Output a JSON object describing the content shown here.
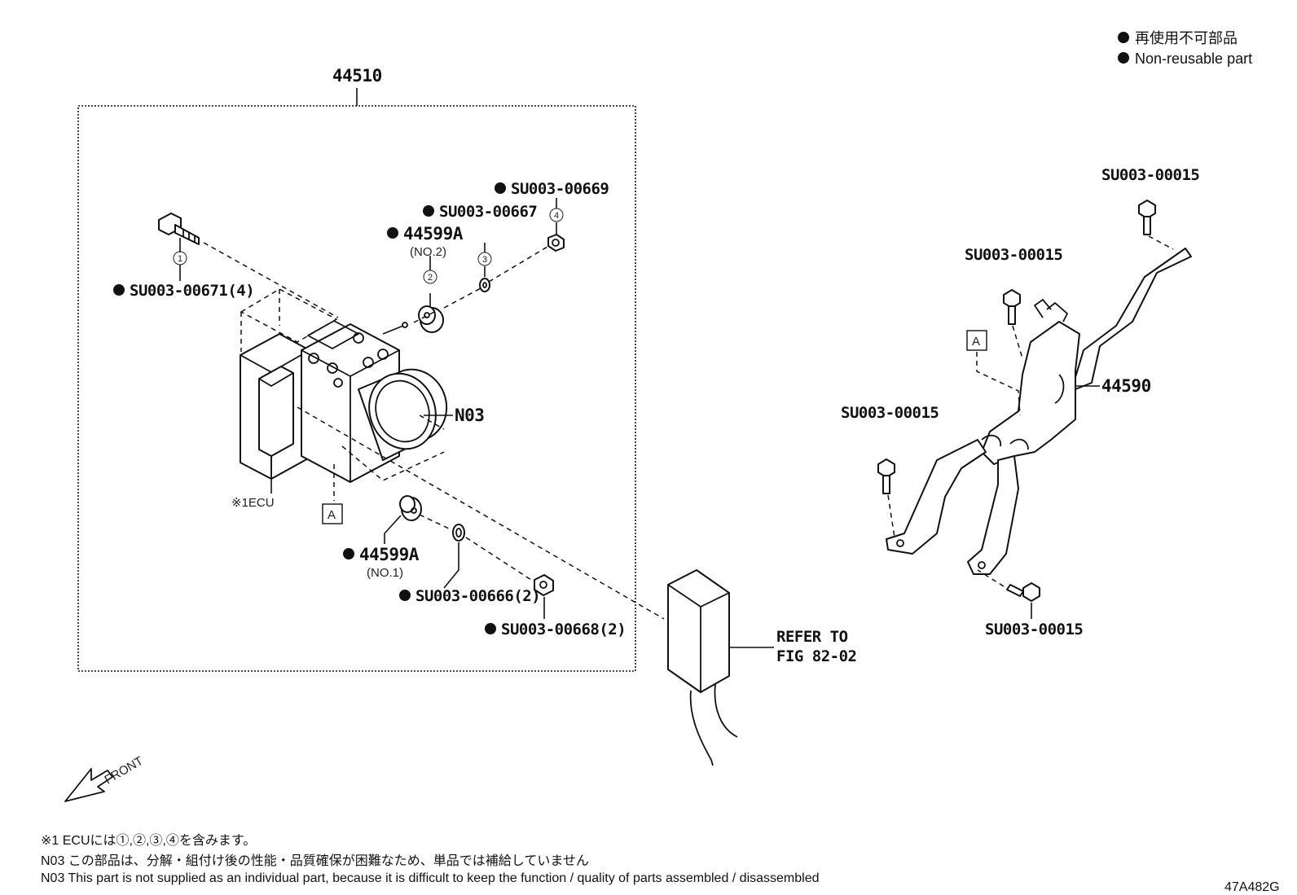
{
  "legend": {
    "jp": "再使用不可部品",
    "en": "Non-reusable part"
  },
  "assembly": {
    "number": "44510"
  },
  "labels": {
    "bolt_main": "SU003-00671(4)",
    "grommet_no2": "44599A",
    "grommet_no2_sub": "(NO.2)",
    "washer_top": "SU003-00667",
    "nut_top": "SU003-00669",
    "n03": "N03",
    "ecu": "※1ECU",
    "grommet_no1": "44599A",
    "grommet_no1_sub": "(NO.1)",
    "washer_bottom": "SU003-00666(2)",
    "nut_bottom": "SU003-00668(2)",
    "refer_line1": "REFER TO",
    "refer_line2": "FIG 82-02",
    "bracket": "44590",
    "bolt_b1": "SU003-00015",
    "bolt_b2": "SU003-00015",
    "bolt_b3": "SU003-00015",
    "bolt_b4": "SU003-00015",
    "ref_a_left": "A",
    "ref_a_right": "A",
    "circ1": "①",
    "circ2": "②",
    "circ3": "③",
    "circ4": "④"
  },
  "front": {
    "label": "FRONT"
  },
  "notes": {
    "n1": "※1 ECUには①,②,③,④を含みます。",
    "n2": "N03  この部品は、分解・組付け後の性能・品質確保が困難なため、単品では補給していません",
    "n3": "N03  This part is not supplied as an individual part, because it is difficult to keep the function / quality of parts  assembled / disassembled"
  },
  "figure_code": "47A482G"
}
